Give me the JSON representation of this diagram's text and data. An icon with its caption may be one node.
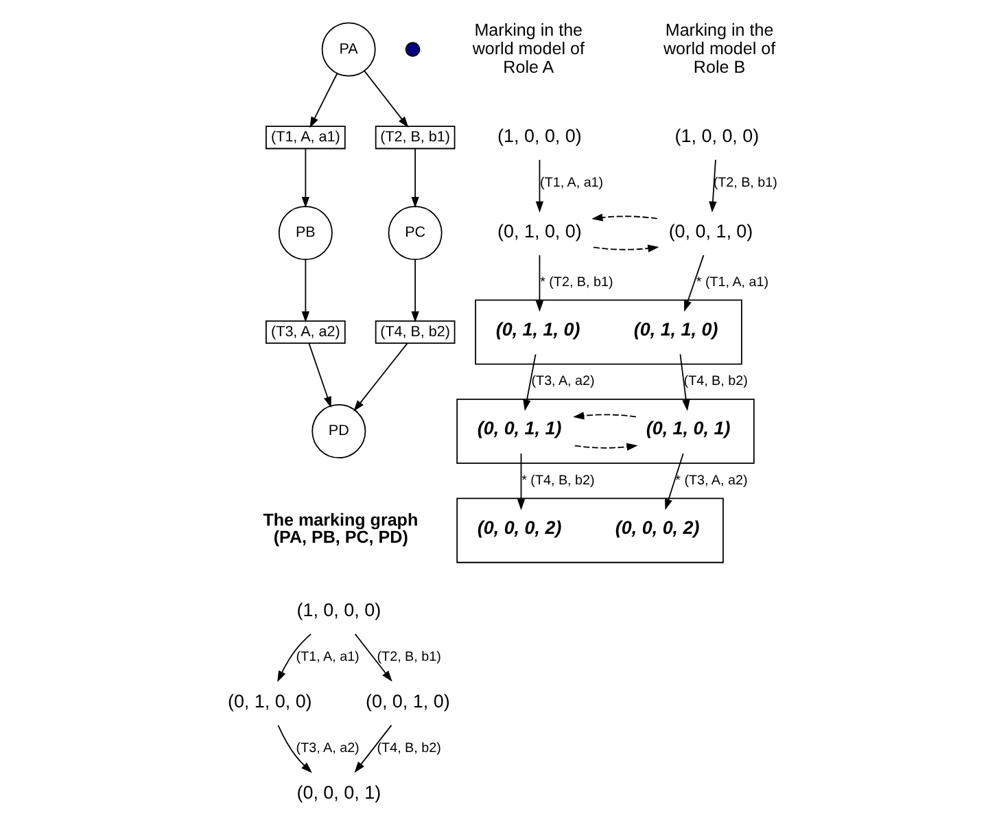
{
  "diagram": {
    "nodes": [
      {
        "text": [
          "PA"
        ]
      },
      {
        "text": [],
        "shape": "circle"
      },
      {
        "text": [
          "(T1, A, a1)"
        ]
      },
      {
        "text": [
          "(T2, B, b1)"
        ]
      },
      {
        "text": [
          "PB"
        ]
      },
      {
        "text": [
          "PC"
        ]
      },
      {
        "text": [
          "(T3, A, a2)"
        ]
      },
      {
        "text": [
          "(T4, B, b2)"
        ]
      },
      {
        "text": [
          "PD"
        ]
      },
      {
        "text": [
          "(1, 0, 0, 0)"
        ]
      },
      {
        "text": [
          "(0, 1, 0, 0)"
        ]
      },
      {
        "text": [
          "(0, 0, 1, 0)"
        ]
      },
      {
        "text": [
          "(0, 0, 0, 1)"
        ]
      },
      {
        "text": [
          "(1, 0, 0, 0)"
        ]
      },
      {
        "text": [
          "(1, 0, 0, 0)"
        ]
      },
      {
        "text": [
          "(0, 1, 0, 0)"
        ]
      },
      {
        "text": [
          "(0, 0, 1, 0)"
        ]
      },
      {
        "text": [],
        "shape": "box"
      },
      {
        "text": [
          "(0, 1, 1, 0)"
        ],
        "in": 17
      },
      {
        "text": [
          "(0, 1, 1, 0)"
        ],
        "in": 17
      },
      {
        "text": [],
        "shape": "box"
      },
      {
        "text": [
          "(0, 0, 1, 1)"
        ],
        "in": 20
      },
      {
        "text": [
          "(0, 1, 0, 1)"
        ],
        "in": 20
      },
      {
        "text": [],
        "shape": "box"
      },
      {
        "text": [
          "(0, 0, 0, 2)"
        ],
        "in": 23
      },
      {
        "text": [
          "(0, 0, 0, 2)"
        ],
        "in": 23
      }
    ],
    "edges": [
      {
        "from": 0,
        "to": 2,
        "arrow": "to"
      },
      {
        "from": 0,
        "to": 3,
        "arrow": "to"
      },
      {
        "from": 2,
        "to": 4,
        "arrow": "to"
      },
      {
        "from": 3,
        "to": 5,
        "arrow": "to"
      },
      {
        "from": 4,
        "to": 6,
        "arrow": "to"
      },
      {
        "from": 5,
        "to": 7,
        "arrow": "to"
      },
      {
        "from": 6,
        "to": 8,
        "arrow": "to"
      },
      {
        "from": 7,
        "to": 8,
        "arrow": "to"
      },
      {
        "from": 9,
        "to": 10,
        "arrow": "to",
        "label": "(T1, A, a1)"
      },
      {
        "from": 9,
        "to": 11,
        "arrow": "to",
        "label": "(T2, B, b1)"
      },
      {
        "from": 10,
        "to": 12,
        "arrow": "to",
        "label": "(T3, A, a2)"
      },
      {
        "from": 11,
        "to": 12,
        "arrow": "to",
        "label": "(T4, B, b2)"
      },
      {
        "from": 13,
        "to": 15,
        "arrow": "to",
        "label": "(T1, A, a1)"
      },
      {
        "from": 14,
        "to": 16,
        "arrow": "to",
        "label": "(T2, B, b1)"
      },
      {
        "from": 15,
        "to": 16,
        "arrow": "to",
        "style": "dashed"
      },
      {
        "from": 16,
        "to": 15,
        "arrow": "to",
        "style": "dashed"
      },
      {
        "from": 15,
        "to": 18,
        "arrow": "to",
        "label": "* (T2, B, b1)"
      },
      {
        "from": 16,
        "to": 19,
        "arrow": "to",
        "label": "* (T1, A, a1)"
      },
      {
        "from": 18,
        "to": 21,
        "arrow": "to",
        "label": "(T3, A, a2)"
      },
      {
        "from": 19,
        "to": 22,
        "arrow": "to",
        "label": "(T4, B, b2)"
      },
      {
        "from": 21,
        "to": 22,
        "arrow": "to",
        "style": "dashed"
      },
      {
        "from": 22,
        "to": 21,
        "arrow": "to",
        "style": "dashed"
      },
      {
        "from": 21,
        "to": 24,
        "arrow": "to",
        "label": "* (T4, B, b2)"
      },
      {
        "from": 22,
        "to": 25,
        "arrow": "to",
        "label": "* (T3, A, a2)"
      }
    ],
    "labels": [
      "Marking in the world model of Role A",
      "Marking in the world model of Role B",
      "The marking graph (PA, PB, PC, PD)"
    ]
  }
}
